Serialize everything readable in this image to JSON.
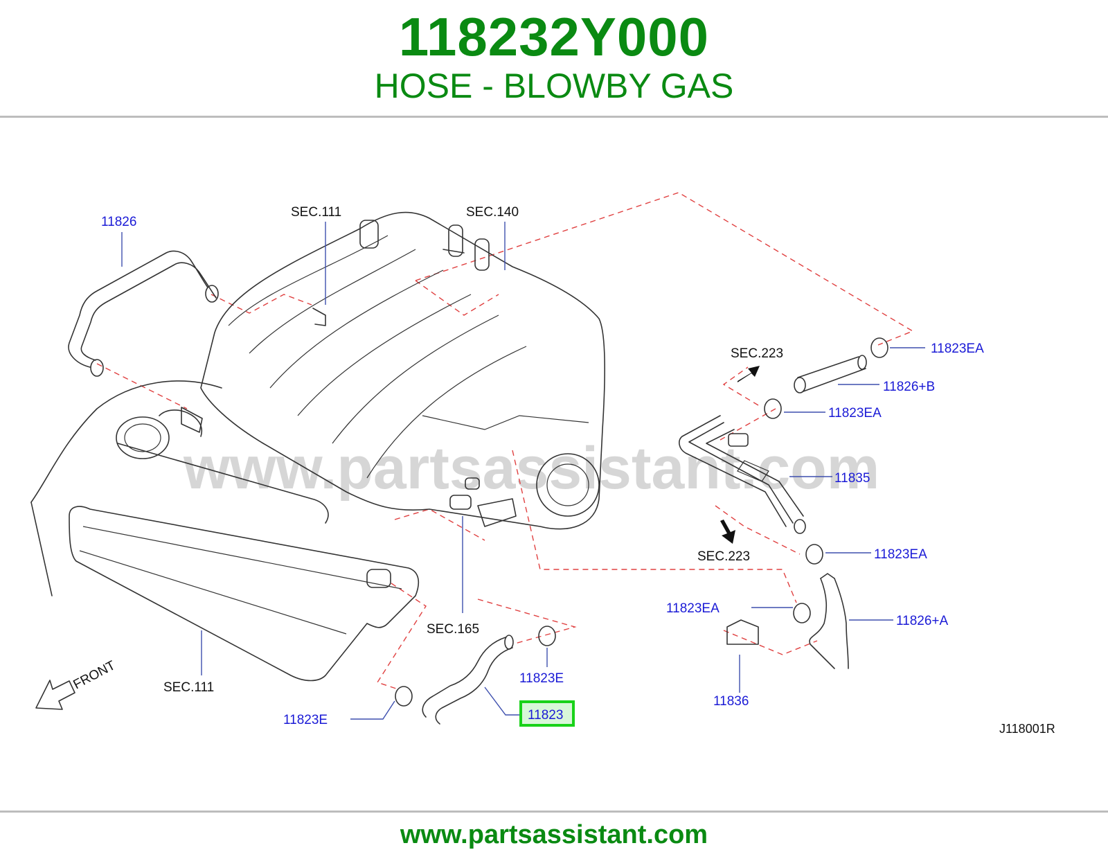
{
  "header": {
    "part_number": "118232Y000",
    "part_name": "HOSE - BLOWBY GAS"
  },
  "footer": {
    "url": "www.partsassistant.com"
  },
  "diagram": {
    "watermark": "www.partsassistant.com",
    "drawing_code": "J118001R",
    "front_label": "FRONT",
    "section_labels": [
      "SEC.111",
      "SEC.140",
      "SEC.223",
      "SEC.223",
      "SEC.165",
      "SEC.111"
    ],
    "callouts": [
      "11826",
      "11823EA",
      "11826+B",
      "11823EA",
      "11835",
      "11823EA",
      "11823EA",
      "11826+A",
      "11836",
      "11823E",
      "11823E",
      "11823"
    ],
    "highlighted_callout": "11823"
  },
  "colors": {
    "brand_green": "#0a8a12",
    "callout_blue": "#1a1ad6",
    "highlight_border": "#19d219",
    "highlight_fill": "#d9f7d9",
    "dashed_red": "#e04040"
  }
}
